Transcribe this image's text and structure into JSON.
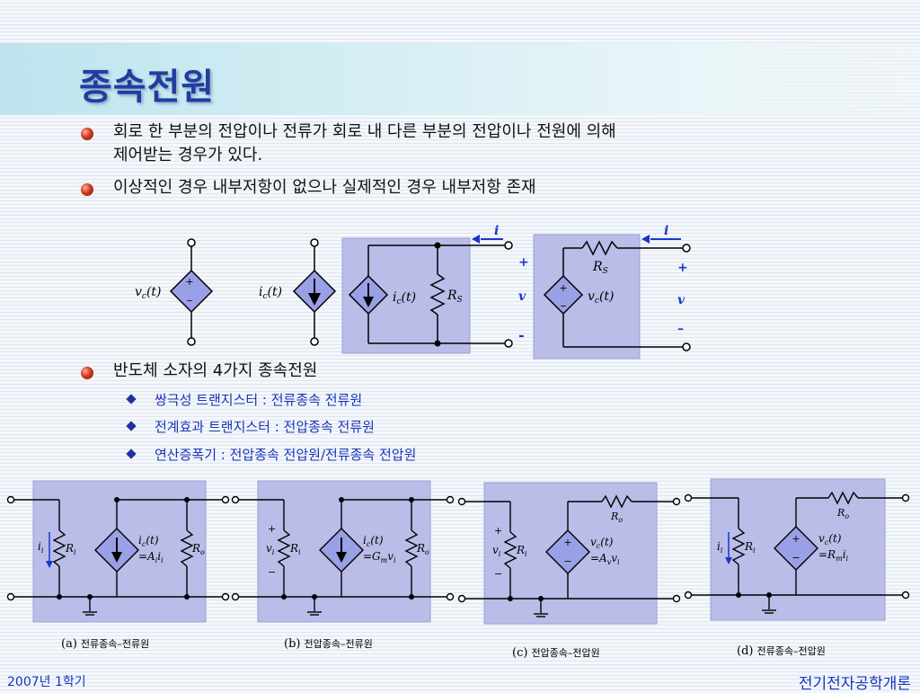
{
  "slide": {
    "title": "종속전원",
    "bullets": [
      "회로 한 부분의 전압이나 전류가 회로 내 다른 부분의 전압이나 전원에 의해",
      "제어받는 경우가 있다.",
      "이상적인 경우 내부저항이 없으나 실제적인 경우 내부저항 존재",
      "반도체 소자의 4가지 종속전원"
    ],
    "sub_bullets": [
      "쌍극성 트랜지스터 : 전류종속 전류원",
      "전계효과 트랜지스터 : 전압종속 전류원",
      "연산증폭기 : 전압종속 전압원/전류종속 전압원"
    ]
  },
  "top_circuits": {
    "vc_label": "v",
    "vc_sub": "c",
    "vc_arg": "(t)",
    "ic_label": "i",
    "ic_sub": "c",
    "ic_arg": "(t)",
    "ic_rs_label": "i",
    "ic_rs_sub": "c",
    "ic_rs_arg": "(t)",
    "rs_label": "R",
    "rs_sub": "S",
    "v_label": "v",
    "i_label": "i",
    "plus": "+",
    "minus": "-",
    "minus2": "–",
    "vc_rs_label": "v",
    "vc_rs_sub": "c",
    "vc_rs_arg": "(t)"
  },
  "bottom_circuits": {
    "a": {
      "caption_letter": "(a)",
      "caption": "전류종속–전류원",
      "src_top": "i",
      "src_top_sub": "c",
      "src_top_arg": "(t)",
      "src_eq": "=A",
      "src_eq_sub": "i",
      "src_eq_var": "i",
      "src_eq_var_sub": "i",
      "in_var": "i",
      "in_var_sub": "i",
      "ri": "R",
      "ri_sub": "i",
      "ro": "R",
      "ro_sub": "o"
    },
    "b": {
      "caption_letter": "(b)",
      "caption": "전압종속–전류원",
      "src_top": "i",
      "src_top_sub": "c",
      "src_top_arg": "(t)",
      "src_eq": "=G",
      "src_eq_sub": "m",
      "src_eq_var": "v",
      "src_eq_var_sub": "i",
      "in_var": "v",
      "in_var_sub": "i",
      "ri": "R",
      "ri_sub": "i",
      "ro": "R",
      "ro_sub": "o",
      "plus": "+",
      "minus": "−"
    },
    "c": {
      "caption_letter": "(c)",
      "caption": "전압종속–전압원",
      "src_top": "v",
      "src_top_sub": "c",
      "src_top_arg": "(t)",
      "src_eq": "=A",
      "src_eq_sub": "v",
      "src_eq_var": "v",
      "src_eq_var_sub": "i",
      "in_var": "v",
      "in_var_sub": "i",
      "ri": "R",
      "ri_sub": "i",
      "ro": "R",
      "ro_sub": "o",
      "plus": "+",
      "minus": "−"
    },
    "d": {
      "caption_letter": "(d)",
      "caption": "전류종속–전압원",
      "src_top": "v",
      "src_top_sub": "c",
      "src_top_arg": "(t)",
      "src_eq": "=R",
      "src_eq_sub": "m",
      "src_eq_var": "i",
      "src_eq_var_sub": "i",
      "in_var": "i",
      "in_var_sub": "i",
      "ri": "R",
      "ri_sub": "i",
      "ro": "R",
      "ro_sub": "o"
    }
  },
  "footer": {
    "left": "2007년 1학기",
    "right": "전기전자공학개론"
  },
  "colors": {
    "title": "#1f3ea0",
    "sub_text": "#1a35b8",
    "box_fill": "#b9bde8",
    "diamond_fill": "#9aa0e6",
    "arrow": "#1a35c8"
  }
}
